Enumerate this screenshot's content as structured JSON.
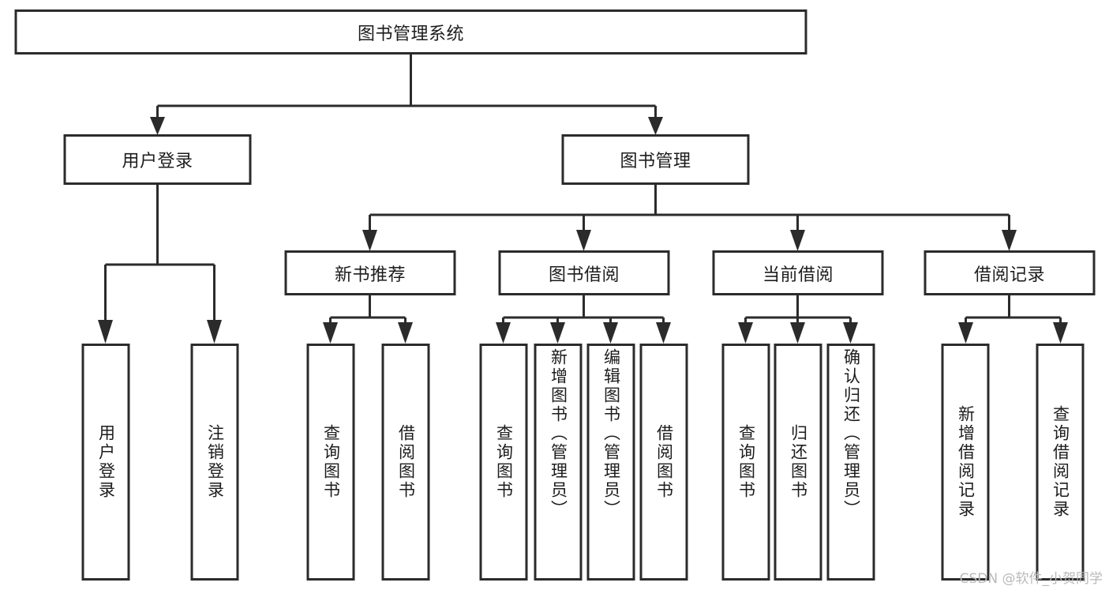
{
  "diagram": {
    "type": "tree",
    "title": "图书管理系统",
    "watermark": "CSDN @软件_小贺同学",
    "colors": {
      "stroke": "#2b2b2b",
      "fill": "#ffffff",
      "text": "#1c1c1c",
      "watermark": "#b9b9b9",
      "background": "#ffffff"
    },
    "nodes": {
      "root": {
        "label": "图书管理系统",
        "orientation": "horizontal"
      },
      "level1": [
        {
          "label": "用户登录",
          "orientation": "horizontal"
        },
        {
          "label": "图书管理",
          "orientation": "horizontal"
        }
      ],
      "level2": [
        {
          "label": "新书推荐",
          "orientation": "horizontal"
        },
        {
          "label": "图书借阅",
          "orientation": "horizontal"
        },
        {
          "label": "当前借阅",
          "orientation": "horizontal"
        },
        {
          "label": "借阅记录",
          "orientation": "horizontal"
        }
      ],
      "leaves": {
        "user_login": [
          {
            "label": "用户登录",
            "orientation": "vertical"
          },
          {
            "label": "注销登录",
            "orientation": "vertical"
          }
        ],
        "new_book_recommend": [
          {
            "label": "查询图书",
            "orientation": "vertical"
          },
          {
            "label": "借阅图书",
            "orientation": "vertical"
          }
        ],
        "book_borrow": [
          {
            "label": "查询图书",
            "orientation": "vertical"
          },
          {
            "label": "新增图书（管理员）",
            "orientation": "vertical"
          },
          {
            "label": "编辑图书（管理员）",
            "orientation": "vertical"
          },
          {
            "label": "借阅图书",
            "orientation": "vertical"
          }
        ],
        "current_borrow": [
          {
            "label": "查询图书",
            "orientation": "vertical"
          },
          {
            "label": "归还图书",
            "orientation": "vertical"
          },
          {
            "label": "确认归还（管理员）",
            "orientation": "vertical"
          }
        ],
        "borrow_record": [
          {
            "label": "新增借阅记录",
            "orientation": "vertical"
          },
          {
            "label": "查询借阅记录",
            "orientation": "vertical"
          }
        ]
      }
    }
  }
}
